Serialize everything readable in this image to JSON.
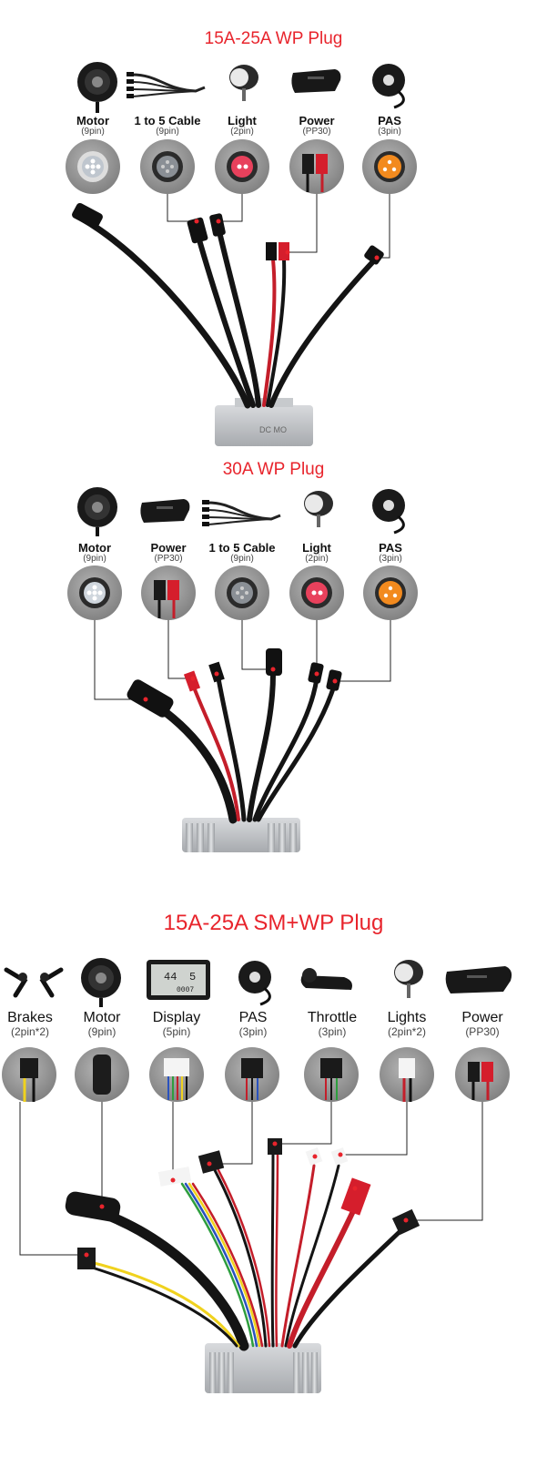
{
  "colors": {
    "title": "#e8242c",
    "wire_black": "#141414",
    "wire_red": "#c41e2a",
    "marker": "#e8242c",
    "controller": "#b9bcc0",
    "badge_bg": "#8c8c8c"
  },
  "sections": [
    {
      "title": "15A-25A  WP Plug",
      "connectors": [
        {
          "name": "Motor",
          "spec": "(9pin)",
          "icon": "hub-motor-icon",
          "plug": "wp-9pin-white"
        },
        {
          "name": "1 to 5 Cable",
          "spec": "(9pin)",
          "icon": "split-cable-icon",
          "plug": "wp-9pin-grey"
        },
        {
          "name": "Light",
          "spec": "(2pin)",
          "icon": "headlight-icon",
          "plug": "wp-2pin-pink"
        },
        {
          "name": "Power",
          "spec": "(PP30)",
          "icon": "battery-icon",
          "plug": "pp30"
        },
        {
          "name": "PAS",
          "spec": "(3pin)",
          "icon": "pas-sensor-icon",
          "plug": "wp-3pin-orange"
        }
      ]
    },
    {
      "title": "30A  WP Plug",
      "connectors": [
        {
          "name": "Motor",
          "spec": "(9pin)",
          "icon": "hub-motor-icon",
          "plug": "wp-9pin-white"
        },
        {
          "name": "Power",
          "spec": "(PP30)",
          "icon": "battery-icon",
          "plug": "pp30"
        },
        {
          "name": "1 to 5 Cable",
          "spec": "(9pin)",
          "icon": "split-cable-icon",
          "plug": "wp-9pin-grey"
        },
        {
          "name": "Light",
          "spec": "(2pin)",
          "icon": "headlight-icon",
          "plug": "wp-2pin-pink"
        },
        {
          "name": "PAS",
          "spec": "(3pin)",
          "icon": "pas-sensor-icon",
          "plug": "wp-3pin-orange"
        }
      ]
    },
    {
      "title": "15A-25A  SM+WP Plug",
      "connectors": [
        {
          "name": "Brakes",
          "spec": "(2pin*2)",
          "icon": "brake-levers-icon",
          "plug": "sm-yellow"
        },
        {
          "name": "Motor",
          "spec": "(9pin)",
          "icon": "hub-motor-icon",
          "plug": "wp-round-black"
        },
        {
          "name": "Display",
          "spec": "(5pin)",
          "icon": "lcd-display-icon",
          "plug": "sm-white-5"
        },
        {
          "name": "PAS",
          "spec": "(3pin)",
          "icon": "pas-sensor-icon",
          "plug": "sm-black-3"
        },
        {
          "name": "Throttle",
          "spec": "(3pin)",
          "icon": "throttle-icon",
          "plug": "sm-black-3b"
        },
        {
          "name": "Lights",
          "spec": "(2pin*2)",
          "icon": "headlight-icon",
          "plug": "sm-white-2"
        },
        {
          "name": "Power",
          "spec": "(PP30)",
          "icon": "battery-icon",
          "plug": "pp30"
        }
      ]
    }
  ],
  "display_icon": {
    "speed": "44",
    "gear": "5",
    "odo": "0007"
  }
}
